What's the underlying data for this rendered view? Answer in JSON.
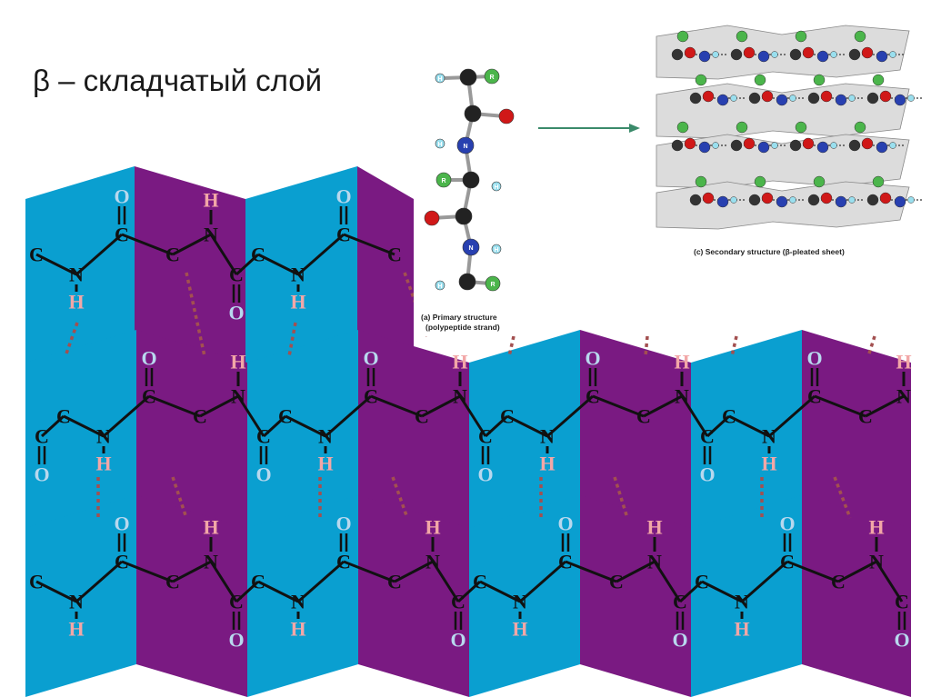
{
  "title": "β – складчатый слой",
  "primary_caption": {
    "line1": "(a) Primary structure",
    "line2": "(polypeptide strand)"
  },
  "secondary_caption": "(c) Secondary structure (β-pleated sheet)",
  "atoms": {
    "carbon": "C",
    "nitrogen": "N",
    "oxygen": "O",
    "hydrogen": "H",
    "residue": "R"
  },
  "colors": {
    "panel_blue": "#0a9fd0",
    "panel_purple": "#7a1a82",
    "bond": "#111111",
    "oxygen": "#b8d8ee",
    "hydrogen": "#f2a7a7",
    "hbond": "#a35050",
    "arrow": "#3a8a6a"
  }
}
